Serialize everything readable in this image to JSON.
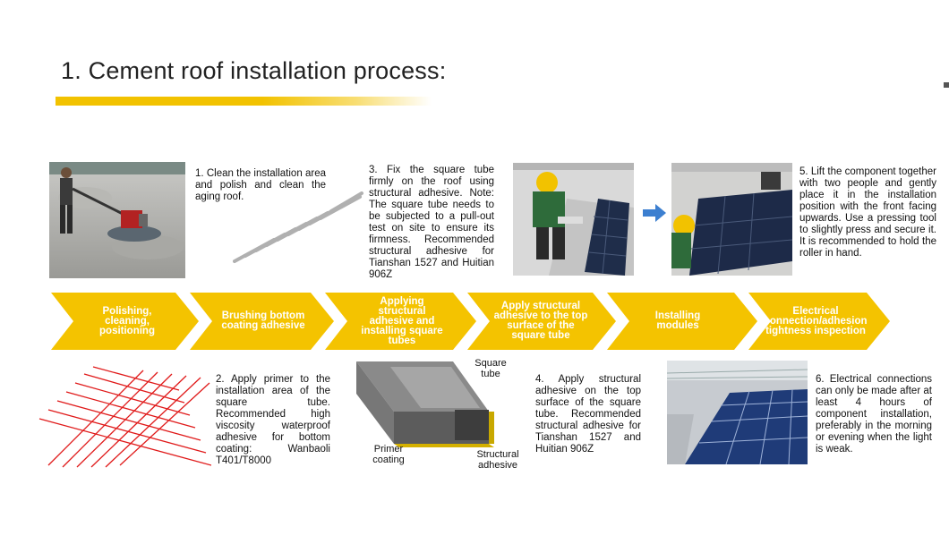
{
  "title": "1. Cement roof installation process:",
  "colors": {
    "accent": "#f2c200",
    "arrow": "#f4c300",
    "red_lines": "#e01a1a"
  },
  "steps": [
    {
      "arrow_label": "Polishing, cleaning, positioning",
      "text": "1. Clean the installation area and polish and clean the aging roof."
    },
    {
      "arrow_label": "Brushing bottom coating adhesive",
      "text": "2. Apply primer to the installation area of the square tube. Recommended high viscosity waterproof adhesive for bottom coating: Wanbaoli T401/T8000"
    },
    {
      "arrow_label": "Applying structural adhesive and installing square tubes",
      "text": "3. Fix the square tube firmly on the roof using structural adhesive. Note: The square tube needs to be subjected to a pull-out test on site to ensure its firmness. Recommended structural adhesive for Tianshan 1527 and Huitian 906Z"
    },
    {
      "arrow_label": "Apply structural adhesive to the top surface of the square tube",
      "text": "4. Apply structural adhesive on the top surface of the square tube. Recommended structural adhesive for Tianshan 1527 and Huitian 906Z"
    },
    {
      "arrow_label": "Installing modules",
      "text": "5. Lift the component together with two people and gently place it in the installation position with the front facing upwards. Use a pressing tool to slightly press and secure it. It is recommended to hold the roller in hand."
    },
    {
      "arrow_label": "Electrical connection/adhesion tightness inspection",
      "text": "6. Electrical connections can only be made after at least 4 hours of component installation, preferably in the morning or evening when the light is weak."
    }
  ],
  "diagram_labels": {
    "square_tube": "Square tube",
    "primer_coating": "Primer coating",
    "structural_adhesive": "Structural adhesive"
  },
  "icons": {
    "step_arrow": "chevron-arrow-icon",
    "transition": "right-arrow-icon"
  }
}
